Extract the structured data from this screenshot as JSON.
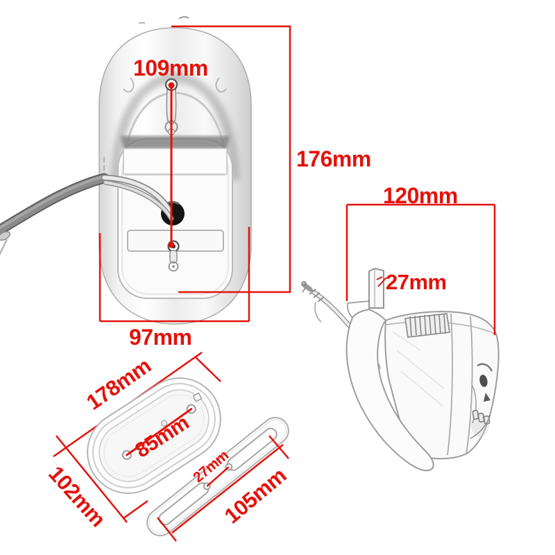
{
  "colors": {
    "dimension_red": "#e3120b"
  },
  "views": {
    "back": {
      "dims": {
        "hole_spacing": "109mm",
        "height": "176mm",
        "width": "97mm"
      }
    },
    "side": {
      "dims": {
        "depth": "120mm",
        "tab_width": "27mm"
      }
    },
    "gasket": {
      "dims": {
        "length": "178mm",
        "hole_spacing": "85mm",
        "width": "102mm"
      }
    },
    "plate": {
      "dims": {
        "hole_spacing": "27mm",
        "slot_span": "105mm"
      }
    }
  }
}
